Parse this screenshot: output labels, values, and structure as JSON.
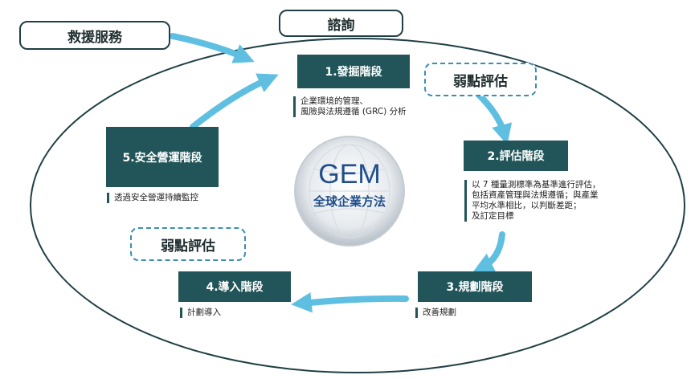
{
  "labels": {
    "rescue": "救援服務",
    "consult": "諮詢",
    "vuln_top": "弱點評估",
    "vuln_left": "弱點評估"
  },
  "center": {
    "title": "GEM",
    "subtitle": "全球企業方法"
  },
  "stages": [
    {
      "name": "1.發掘階段",
      "desc": "企業環境的管理、\n風險與法規遵循 (GRC) 分析"
    },
    {
      "name": "2.評估階段",
      "desc": "以 7 種量測標準為基準進行評估，\n包括資產管理與法規遵循；與產業\n平均水準相比，以判斷差距；\n及訂定目標"
    },
    {
      "name": "3.規劃階段",
      "desc": "改善規劃"
    },
    {
      "name": "4.導入階段",
      "desc": "計劃導入"
    },
    {
      "name": "5.安全營運階段",
      "desc": "透過安全營運持續監控"
    }
  ],
  "colors": {
    "stage": "#215559",
    "arrow": "#5fbfe0",
    "ellipse": "#1f3f45",
    "dashed": "#3c8db3"
  }
}
